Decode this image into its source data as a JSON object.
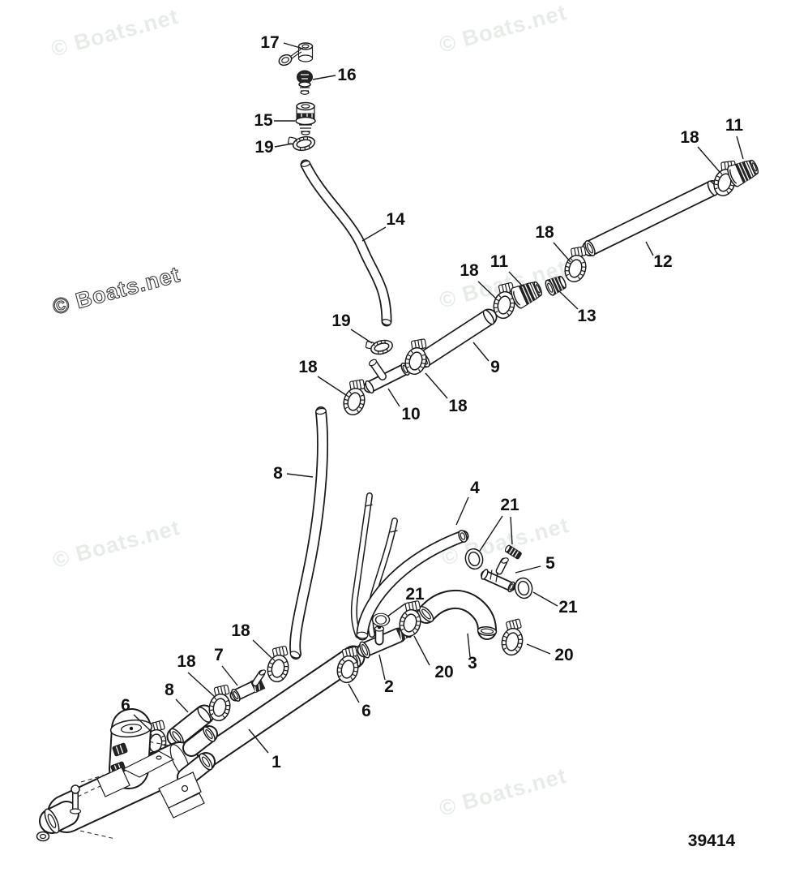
{
  "figure": {
    "type": "exploded-parts-diagram",
    "drawing_number": "39414"
  },
  "colors": {
    "background": "#ffffff",
    "line": "#1a1a1a",
    "watermark_light": "#e7ece8",
    "watermark_dark": "#3a3a3a"
  },
  "watermarks": [
    {
      "text": "© Boats.net",
      "tone": "light"
    },
    {
      "text": "© Boats.net",
      "tone": "light"
    },
    {
      "text": "© Boats.net",
      "tone": "dark"
    },
    {
      "text": "© Boats.net",
      "tone": "light"
    },
    {
      "text": "© Boats.net",
      "tone": "light"
    },
    {
      "text": "© Boats.net",
      "tone": "light"
    },
    {
      "text": "© Boats.net",
      "tone": "light"
    },
    {
      "text": "© Boats.net",
      "tone": "light"
    }
  ],
  "callouts": [
    {
      "label": "17"
    },
    {
      "label": "16"
    },
    {
      "label": "15"
    },
    {
      "label": "19"
    },
    {
      "label": "18"
    },
    {
      "label": "11"
    },
    {
      "label": "14"
    },
    {
      "label": "12"
    },
    {
      "label": "18"
    },
    {
      "label": "11"
    },
    {
      "label": "18"
    },
    {
      "label": "13"
    },
    {
      "label": "9"
    },
    {
      "label": "19"
    },
    {
      "label": "18"
    },
    {
      "label": "10"
    },
    {
      "label": "18"
    },
    {
      "label": "8"
    },
    {
      "label": "4"
    },
    {
      "label": "21"
    },
    {
      "label": "5"
    },
    {
      "label": "21"
    },
    {
      "label": "21"
    },
    {
      "label": "20"
    },
    {
      "label": "3"
    },
    {
      "label": "20"
    },
    {
      "label": "18"
    },
    {
      "label": "7"
    },
    {
      "label": "18"
    },
    {
      "label": "8"
    },
    {
      "label": "6"
    },
    {
      "label": "6"
    },
    {
      "label": "2"
    },
    {
      "label": "1"
    }
  ]
}
